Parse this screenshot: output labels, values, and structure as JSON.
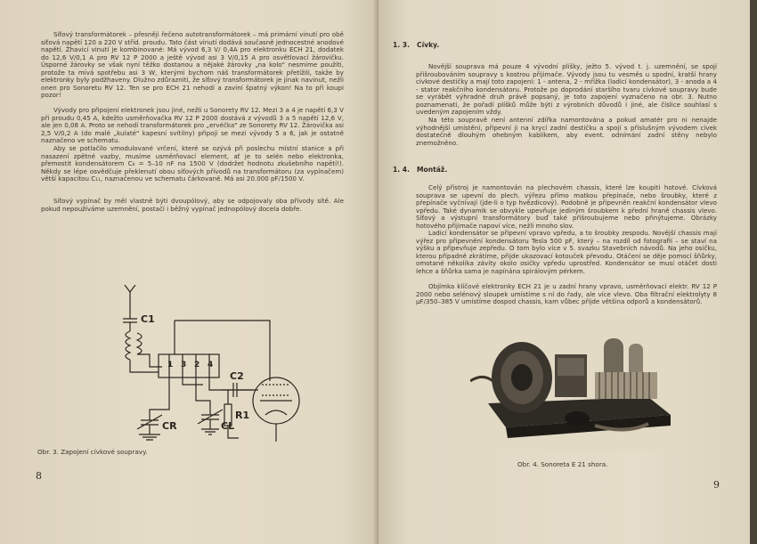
{
  "left_page": {
    "paragraphs": [
      "Síťový transformátorek – přesněji řečeno autotransformátorek – má primární vinutí pro obě síťová napětí 120 a 220 V stříd. proudu. Tato část vinutí dodává současně jednocestné anodové napětí. Žhavicí vinutí je kombinované: Má vývod 6,3 V/ 0,4A pro elektronku ECH 21, dodatek do 12,6 V/0,1 A pro RV 12 P 2000 a ještě vývod asi 3 V/0,15 A pro osvětlovací žárovičku. Úsporné žárovky se však nyní těžko dostanou a nějaké žárovky „na kolo\" nesmíme použíti, protože ta mívá spotřebu asi 3 W, kterými bychom náš transformátorek přetížili, takže by elektronky byly podžhaveny. Dlužno zdůrazniti, že síťový transformátorek je jinak navinut, nežli onen pro Sonoretu RV 12. Ten se pro ECH 21 nehodí a zaviní špatný výkon! Na to při koupi pozor!",
      "Vývody pro připojení elektronek jsou jiné, nežli u Sonorety RV 12. Mezi 3 a 4 je napětí 6,3 V při proudu 0,45 A, kdežto usměrňovačka RV 12 P 2000 dostává z vývodů 3 a 5 napětí 12,6 V, ale jen 0,08 A. Proto se nehodí transformátorek pro „ervéčka\" ze Sonorety RV 12. Žárovička asi 2,5 V/0,2 A (do malé „kulaté\" kapesní svítilny) připojí se mezi vývody 5 a 6, jak je ostatně naznačeno ve schematu.",
      "Aby se potlačilo vmodulované vrčení, které se ozývá při poslechu místní stanice a při nasazení zpětné vazby, musíme usměrňovací element, ať je to selén nebo elektronka, přemostit kondensátorem C₆ = 5–10 nF na 1500 V (dodržet hodnotu zkušebního napětí!). Někdy se lépe osvědčuje překlenutí obou síťových přívodů na transformátoru (za vypínačem) větší kapacitou C₁₁, naznačenou ve schematu čárkovaně. Má asi 20.000 pF/1500 V.",
      "Síťový vypínač by měl vlastně býti dvoupólový, aby se odpojovaly oba přívody sítě. Ale pokud nepoužíváme uzemnění, postačí i běžný vypínač jednopólový docela dobře."
    ],
    "diagram_labels": {
      "c1": "C1",
      "cr": "CR",
      "cl": "CL",
      "c2": "C2",
      "r1": "R1",
      "pin1": "1",
      "pin2": "2",
      "pin3": "3",
      "pin4": "4"
    },
    "caption": "Obr. 3. Zapojení cívkové soupravy.",
    "page_number": "8"
  },
  "right_page": {
    "sections": [
      {
        "number": "1. 3.",
        "title": "Cívky.",
        "paragraphs": [
          "Novější souprava má pouze 4 vývodní plíšky, ježto 5. vývod t. j. uzemnění, se spojí přišroubováním soupravy s kostrou přijimače. Vývody jsou tu vesměs u spodní, kratší hrany cívkové destičky a mají toto zapojení: 1 - antena, 2 - mřížka (ladicí kondensátor), 3 - anoda a 4 - stator reakčního kondensátoru. Protože po doprodání staršího tvaru cívkové soupravy bude se vyrábět výhradně druh právě popsaný, je toto zapojení vyznačeno na obr. 3. Nutno poznamenati, že pořadí plíšků může býti z výrobních důvodů i jiné, ale číslice souhlasí s uvedeným zapojením vždy.",
          "Na této soupravě není antenní zdířka namontována a pokud amatér pro ni nenajde výhodnější umístění, připevní ji na krycí zadní destičku a spojí s příslušným vývodem cívek dostatečně dlouhým ohebným kablíkem, aby event. odnímání zadní stěny nebylo znemožněno."
        ]
      },
      {
        "number": "1. 4.",
        "title": "Montáž.",
        "paragraphs": [
          "Celý přístroj je namontován na plechovém chassis, které lze koupiti hotové. Cívková souprava se upevní do plech. výřezu přímo matkou přepínače, nebo šroubky, které z přepínače vyčnívají (jde-li o typ hvězdicový). Podobně je připevněn reakční kondensátor vlevo vpředu. Také dynamik se obvykle upevňuje jediným šroubkem k přední hraně chassis vlevo. Síťový a výstupní transformátory buď také přišroubujeme nebo přinýtujeme. Obrázky hotového přijimače napoví více, nežli mnoho slov.",
          "Ladicí kondensátor se připevní vpravo vpředu, a to šroubky zespodu. Novější chassis mají výřez pro připevnění kondensátoru Tesla 500 pF, který – na rozdíl od fotografií – se staví na výšku a připevňuje zepředu. O tom bylo více v 5. svazku Stavebních návodů. Na jeho osičku, kterou případně zkrátíme, přijde ukazovací kotouček převodu. Otáčení se děje pomocí šňůrky, omotané několika závity okolo osičky vpředu uprostřed. Kondensátor se musí otáčet dosti lehce a šňůrka sama je napínána spirálovým pérkem.",
          "Objímka klíčové elektronky ECH 21 je u zadní hrany vpravo, usměrňovací elektr. RV 12 P 2000 nebo selénový sloupek umístíme s ní do řady, ale více vlevo. Oba filtrační elektrolyty 8 μF/350–385 V umístíme dospod chassis, kam vůbec přijde většina odporů a kondensátorů."
        ]
      }
    ],
    "caption": "Obr. 4. Sonoreta E 21 shora.",
    "page_number": "9"
  }
}
